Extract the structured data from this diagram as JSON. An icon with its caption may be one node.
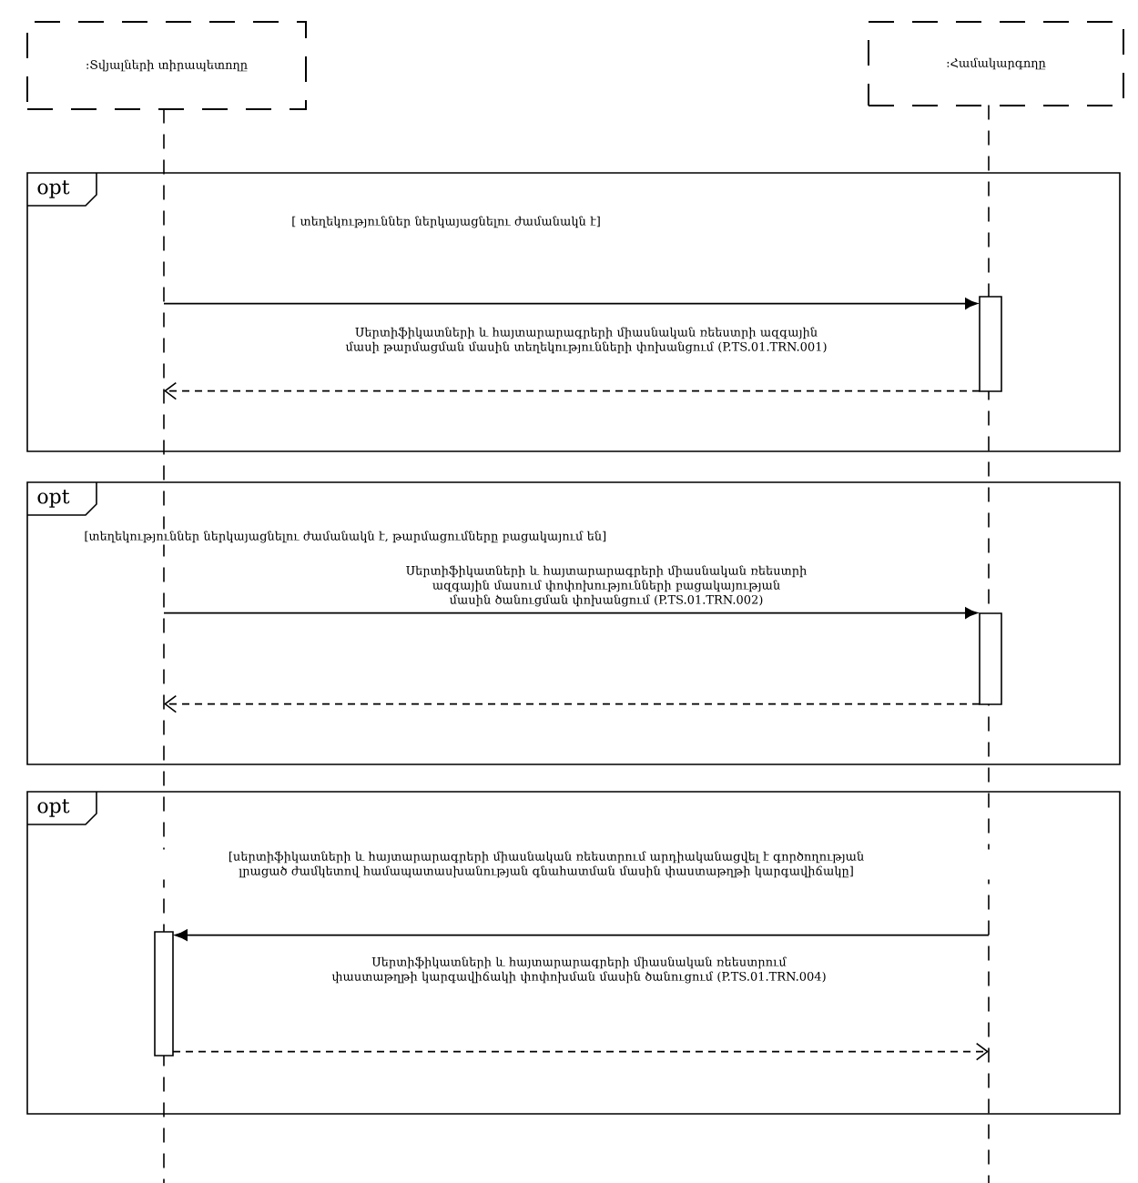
{
  "diagram": {
    "nodes": [
      {
        "text": [
          ":Տվյալների տիրապետողը"
        ]
      },
      {
        "text": [
          ":Համակարգողը"
        ]
      },
      {
        "text": [],
        "shape": "line"
      },
      {
        "text": [],
        "shape": "line"
      }
    ],
    "labels": [
      "opt",
      "[ տեղեկություններ ներկայացնելու ժամանակն է]",
      "opt",
      "[տեղեկություններ ներկայացնելու ժամանակն է, թարմացումները բացակայում են]",
      "opt",
      "[սերտիֆիկատների և հայտարարագրերի միասնական ռեեստրում արդիականացվել է գործողության լրացած ժամկետով համապատասխանության գնահատման մասին փաստաթղթի կարգավիճակը]"
    ],
    "edges": [
      {
        "from": 2,
        "to": 3,
        "arrow": "to",
        "label": "Սերտիֆիկատների և հայտարարագրերի միասնական ռեեստրի ազգային մասի թարմացման մասին տեղեկությունների փոխանցում (P.TS.01.TRN.001)"
      },
      {
        "from": 3,
        "to": 2,
        "arrow": "to",
        "style": "dashed"
      },
      {
        "from": 2,
        "to": 3,
        "arrow": "to",
        "label": "Սերտիֆիկատների և հայտարարագրերի միասնական ռեեստրի ազգային մասում փոփոխությունների բացակայության մասին ծանուցման փոխանցում (P.TS.01.TRN.002)"
      },
      {
        "from": 3,
        "to": 2,
        "arrow": "to",
        "style": "dashed"
      },
      {
        "from": 3,
        "to": 2,
        "arrow": "to",
        "label": "Սերտիֆիկատների և հայտարարագրերի միասնական ռեեստրում փաստաթղթի կարգավիճակի փոփոխման մասին ծանուցում (P.TS.01.TRN.004)"
      },
      {
        "from": 2,
        "to": 3,
        "arrow": "to",
        "style": "dashed"
      }
    ]
  }
}
